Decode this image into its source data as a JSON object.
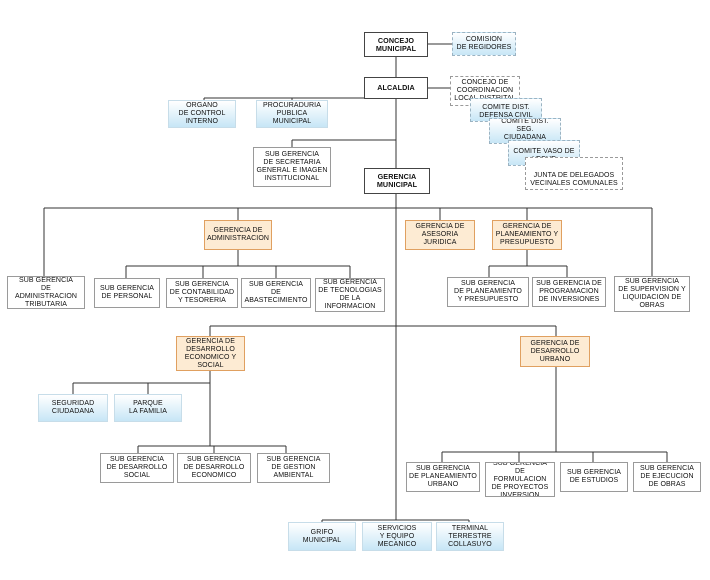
{
  "org_chart": {
    "nodes": {
      "concejo": "CONCEJO\nMUNICIPAL",
      "comision": "COMISION\nDE REGIDORES",
      "alcaldia": "ALCALDIA",
      "organo_control": "ORGANO\nDE CONTROL\nINTERNO",
      "procuraduria": "PROCURADURIA\nPUBLICA\nMUNICIPAL",
      "concejo_coordinacion": "CONCEJO DE\nCOORDINACION\nLOCAL DISTRITAL",
      "comite_defensa": "COMITE DIST.\nDEFENSA CIVIL",
      "comite_seguridad": "COMITE DIST. SEG.\nCIUDADANA",
      "comite_vaso": "COMITE VASO DE\nLECHE",
      "junta_delegados": "JUNTA DE DELEGADOS\nVECINALES COMUNALES",
      "sg_secretaria": "SUB GERENCIA\nDE SECRETARIA\nGENERAL E IMAGEN\nINSTITUCIONAL",
      "gerencia_municipal": "GERENCIA\nMUNICIPAL",
      "g_administracion": "GERENCIA DE\nADMINISTRACION",
      "g_asesoria": "GERENCIA DE\nASESORIA\nJURIDICA",
      "g_planeamiento": "GERENCIA DE\nPLANEAMIENTO Y\nPRESUPUESTO",
      "sg_adm_tributaria": "SUB GERENCIA\nDE ADMINISTRACION\nTRIBUTARIA",
      "sg_personal": "SUB GERENCIA\nDE PERSONAL",
      "sg_contabilidad": "SUB GERENCIA\nDE CONTABILIDAD\nY TESORERIA",
      "sg_abastecimiento": "SUB GERENCIA\nDE\nABASTECIMIENTO",
      "sg_tecnologias": "SUB GERENCIA\nDE TECNOLOGIAS\nDE LA\nINFORMACION",
      "sg_planeamiento_pres": "SUB GERENCIA\nDE PLANEAMIENTO\nY PRESUPUESTO",
      "sg_programacion": "SUB GERENCIA DE\nPROGRAMACION\nDE INVERSIONES",
      "sg_supervision": "SUB GERENCIA\nDE SUPERVISION Y\nLIQUIDACION DE\nOBRAS",
      "g_desarrollo_economico": "GERENCIA DE\nDESARROLLO\nECONOMICO Y\nSOCIAL",
      "g_desarrollo_urbano": "GERENCIA DE\nDESARROLLO\nURBANO",
      "seguridad_ciudadana": "SEGURIDAD\nCIUDADANA",
      "parque_familia": "PARQUE\nLA FAMILIA",
      "sg_desarrollo_social": "SUB GERENCIA\nDE DESARROLLO\nSOCIAL",
      "sg_desarrollo_economico": "SUB GERENCIA\nDE DESARROLLO\nECONOMICO",
      "sg_gestion_ambiental": "SUB GERENCIA\nDE GESTION\nAMBIENTAL",
      "sg_planeamiento_urbano": "SUB GERENCIA\nDE PLANEAMIENTO\nURBANO",
      "sg_formulacion": "SUB GERENCIA\nDE FORMULACION\nDE PROYECTOS\nINVERSION",
      "sg_estudios": "SUB GERENCIA\nDE ESTUDIOS",
      "sg_ejecucion": "SUB GERENCIA\nDE EJECUCION\nDE OBRAS",
      "grifo": "GRIFO\nMUNICIPAL",
      "servicios_equipo": "SERVICIOS\nY EQUIPO\nMECANICO",
      "terminal": "TERMINAL\nTERRESTRE\nCOLLASUYO"
    },
    "colors": {
      "line": "#333333",
      "orange_fill": "#fdebd3",
      "orange_border": "#e0a060",
      "blue_fill": "#c7e6f6",
      "plain_border": "#9a9a9a"
    }
  }
}
